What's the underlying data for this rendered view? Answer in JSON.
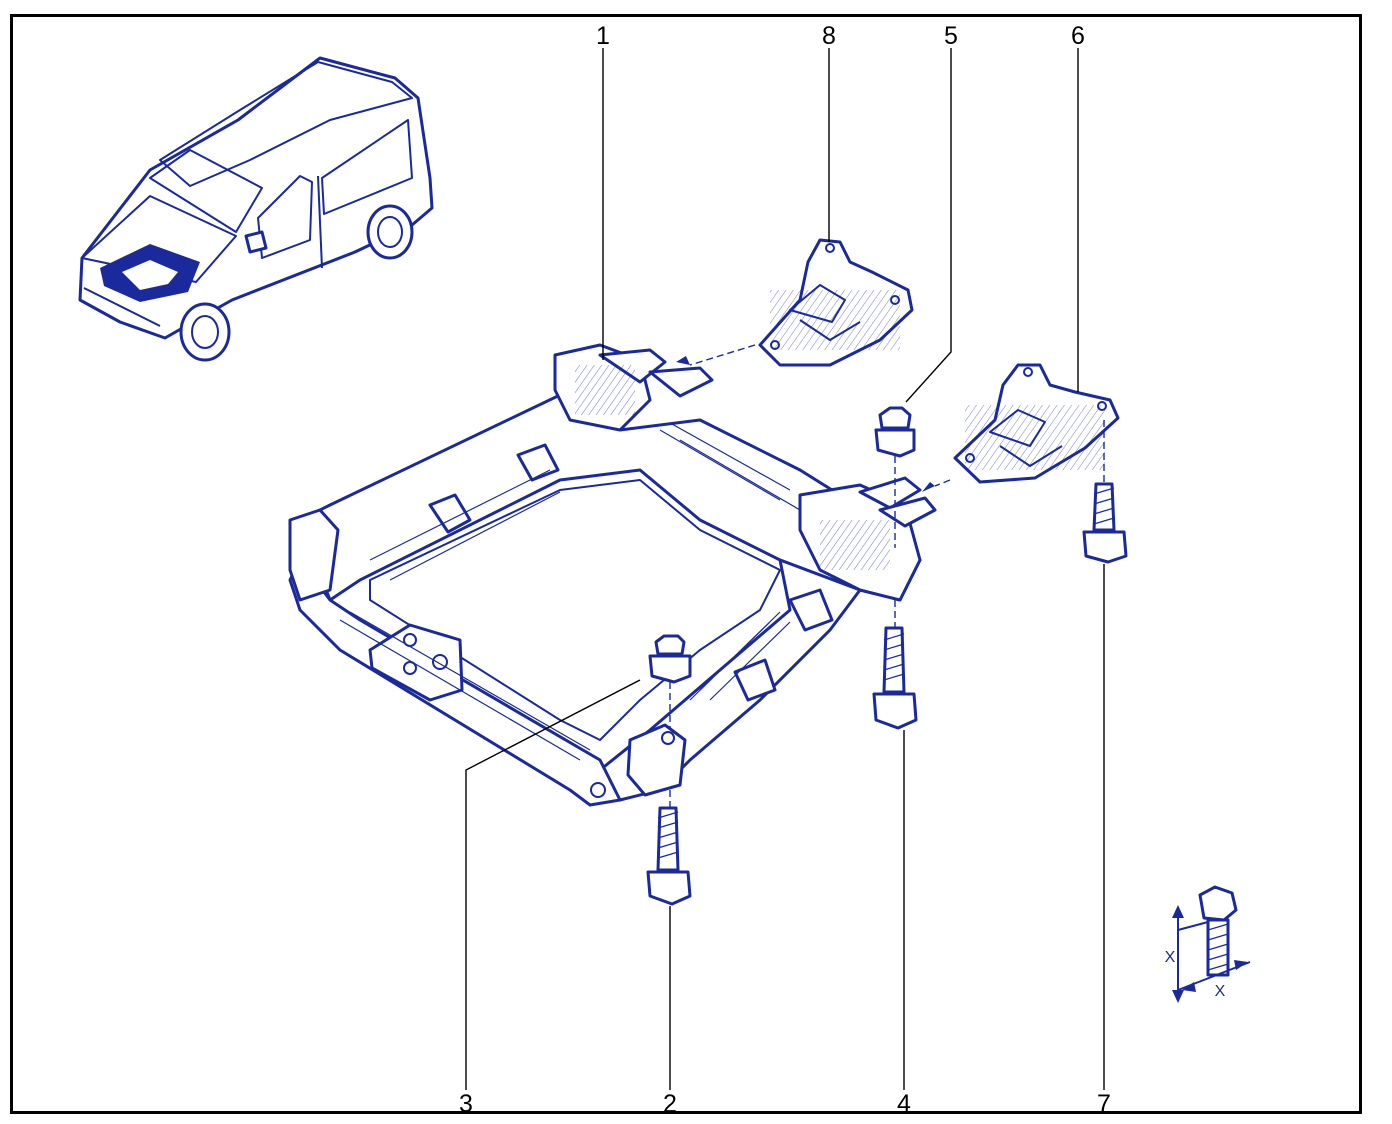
{
  "diagram": {
    "colors": {
      "ink": "#1a2a9c",
      "leader": "#000000",
      "frame": "#000000",
      "background": "#ffffff"
    },
    "callouts": [
      {
        "id": "c1",
        "label": "1"
      },
      {
        "id": "c8",
        "label": "8"
      },
      {
        "id": "c5",
        "label": "5"
      },
      {
        "id": "c6",
        "label": "6"
      },
      {
        "id": "c3",
        "label": "3"
      },
      {
        "id": "c2",
        "label": "2"
      },
      {
        "id": "c4",
        "label": "4"
      },
      {
        "id": "c7",
        "label": "7"
      }
    ],
    "thread_gauge": {
      "dim_a": "X",
      "dim_b": "X"
    }
  }
}
